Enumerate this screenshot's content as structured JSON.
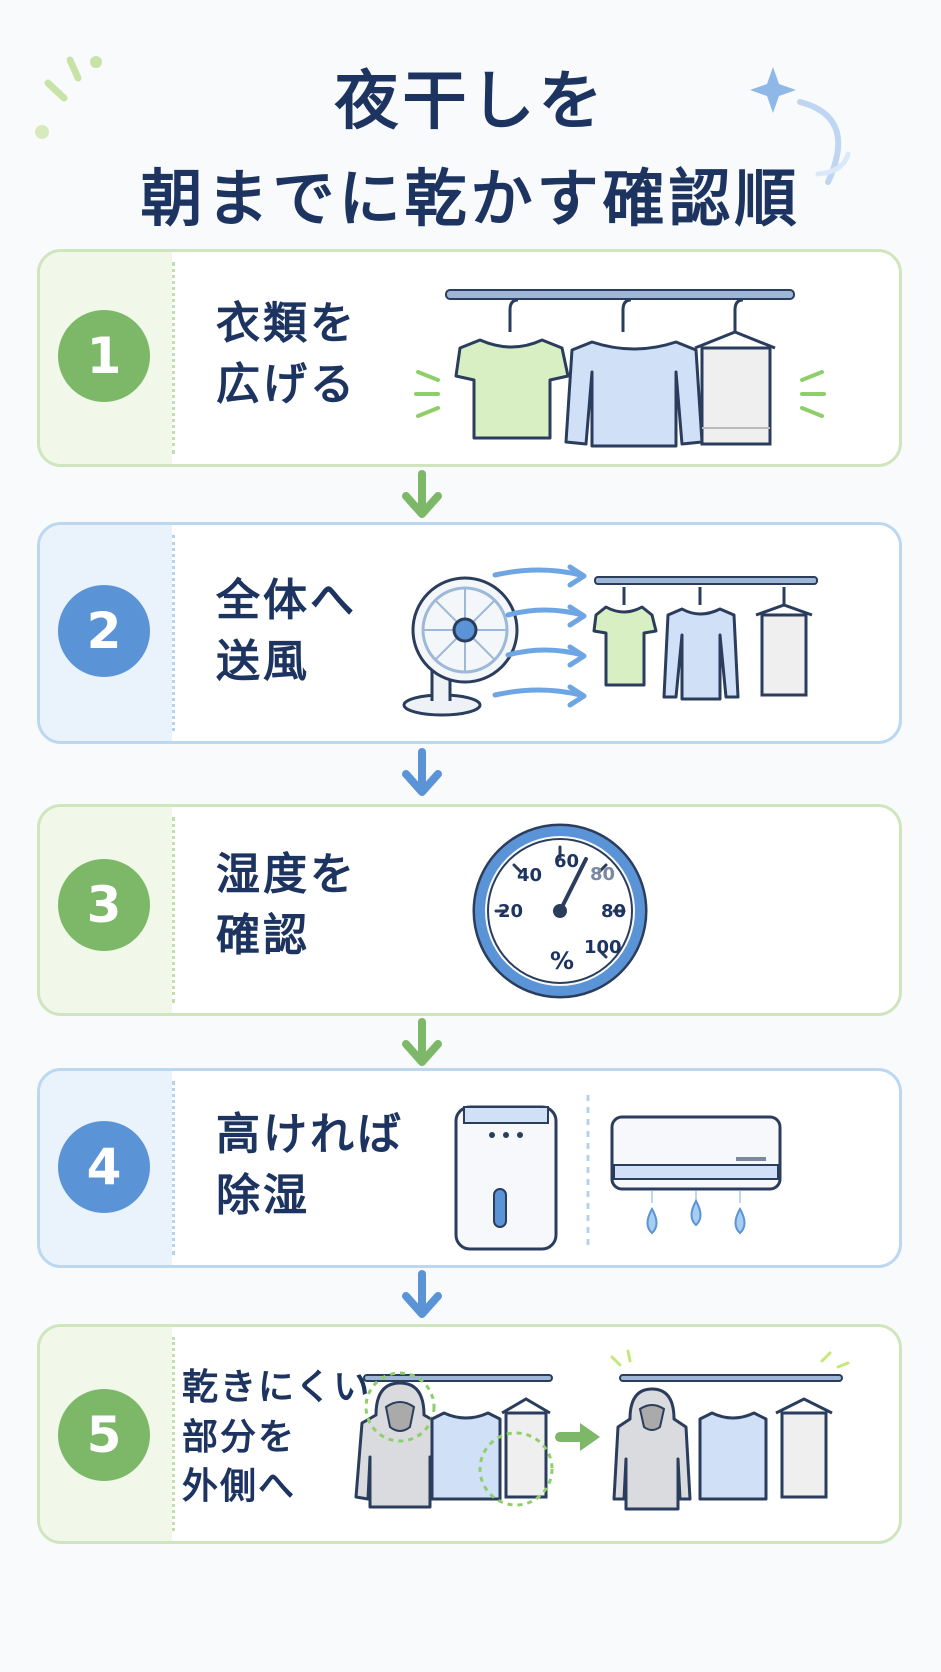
{
  "title": {
    "line1": "夜干しを",
    "line2": "朝までに乾かす確認順"
  },
  "steps": [
    {
      "number": "1",
      "line1": "衣類を",
      "line2": "広げる",
      "line3": "",
      "icon": "hanging-clothes-icon"
    },
    {
      "number": "2",
      "line1": "全体へ",
      "line2": "送風",
      "line3": "",
      "icon": "fan-icon"
    },
    {
      "number": "3",
      "line1": "湿度を",
      "line2": "確認",
      "line3": "",
      "icon": "hygrometer-icon"
    },
    {
      "number": "4",
      "line1": "高ければ",
      "line2": "除湿",
      "line3": "",
      "icon": "dehumidifier-icon"
    },
    {
      "number": "5",
      "line1": "乾きにくい",
      "line2": "部分を",
      "line3": "外側へ",
      "icon": "rearrange-clothes-icon"
    }
  ],
  "gauge": {
    "ticks": [
      "20",
      "40",
      "60",
      "80",
      "80",
      "100"
    ],
    "unit": "%"
  },
  "colors": {
    "navy": "#1d3461",
    "green": "#7cb868",
    "blue": "#5a94d6",
    "green_border": "#cfe5bd",
    "blue_border": "#bcd7f0"
  }
}
